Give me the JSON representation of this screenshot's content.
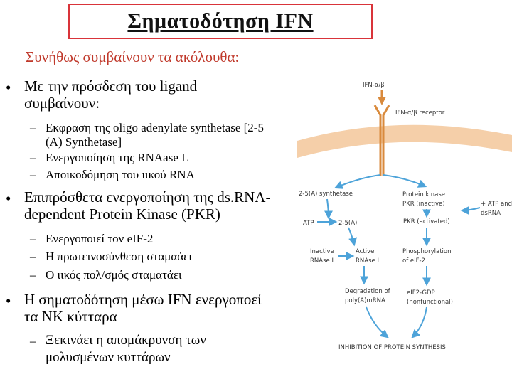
{
  "slide": {
    "title": "Σηματοδότηση IFN",
    "subtitle": "Συνήθως συμβαίνουν τα ακόλουθα:",
    "bullets": [
      {
        "marker": "•",
        "lines": [
          "Με την πρόσδεση του ligand",
          "συμβαίνουν:"
        ],
        "subitems": [
          {
            "marker": "–",
            "lines": [
              "Εκφραση της oligo adenylate synthetase [2-5",
              "(A) Synthetase]"
            ]
          },
          {
            "marker": "–",
            "lines": [
              "Ενεργοποίηση της RNAase L"
            ]
          },
          {
            "marker": "–",
            "lines": [
              "Αποικοδόμηση του ιικού RNA"
            ]
          }
        ]
      },
      {
        "marker": "•",
        "lines": [
          "Επιπρόσθετα ενεργοποίηση της ds.RNA-",
          "dependent Protein Kinase (PKR)"
        ],
        "subitems": [
          {
            "marker": "–",
            "lines": [
              "Ενεργοποιεί τον  eIF-2"
            ]
          },
          {
            "marker": "–",
            "lines": [
              "Η πρωτεινοσύνθεση σταμαάει"
            ]
          },
          {
            "marker": "–",
            "lines": [
              "Ο ιικός πολ/σμός σταματάει"
            ]
          }
        ]
      },
      {
        "marker": "•",
        "lines": [
          "Η σηματοδότηση μέσω IFN ενεργοποεί",
          "τα  NK κύτταρα"
        ],
        "subitems": [
          {
            "marker": "–",
            "lines": [
              "Ξεκινάει η απομάκρυνση των",
              "μολυσμένων κυττάρων"
            ]
          }
        ]
      }
    ]
  },
  "diagram": {
    "ifn_label": "IFN-α/β",
    "receptor_label": "IFN-α/β receptor",
    "synthetase": "2-5(A) synthetase",
    "pk_line1": "Protein kinase",
    "pk_line2": "PKR (inactive)",
    "plus_line1": "+ ATP and",
    "plus_line2": "dsRNA",
    "atp": "ATP",
    "two5a": "2-5(A)",
    "pkr_act": "PKR (activated)",
    "inactive_line1": "Inactive",
    "inactive_line2": "RNAse L",
    "active_line1": "Active",
    "active_line2": "RNAse L",
    "phos_line1": "Phosphorylation",
    "phos_line2": "of eIF-2",
    "deg_line1": "Degradation of",
    "deg_line2": "poly(A)mRNA",
    "eif_line1": "eIF2-GDP",
    "eif_line2": "(nonfunctional)",
    "inhibition": "INHIBITION OF PROTEIN SYNTHESIS",
    "colors": {
      "membrane": "#f3c79a",
      "receptor": "#d98a3c",
      "arrow": "#4da3d9",
      "text": "#333333"
    }
  }
}
